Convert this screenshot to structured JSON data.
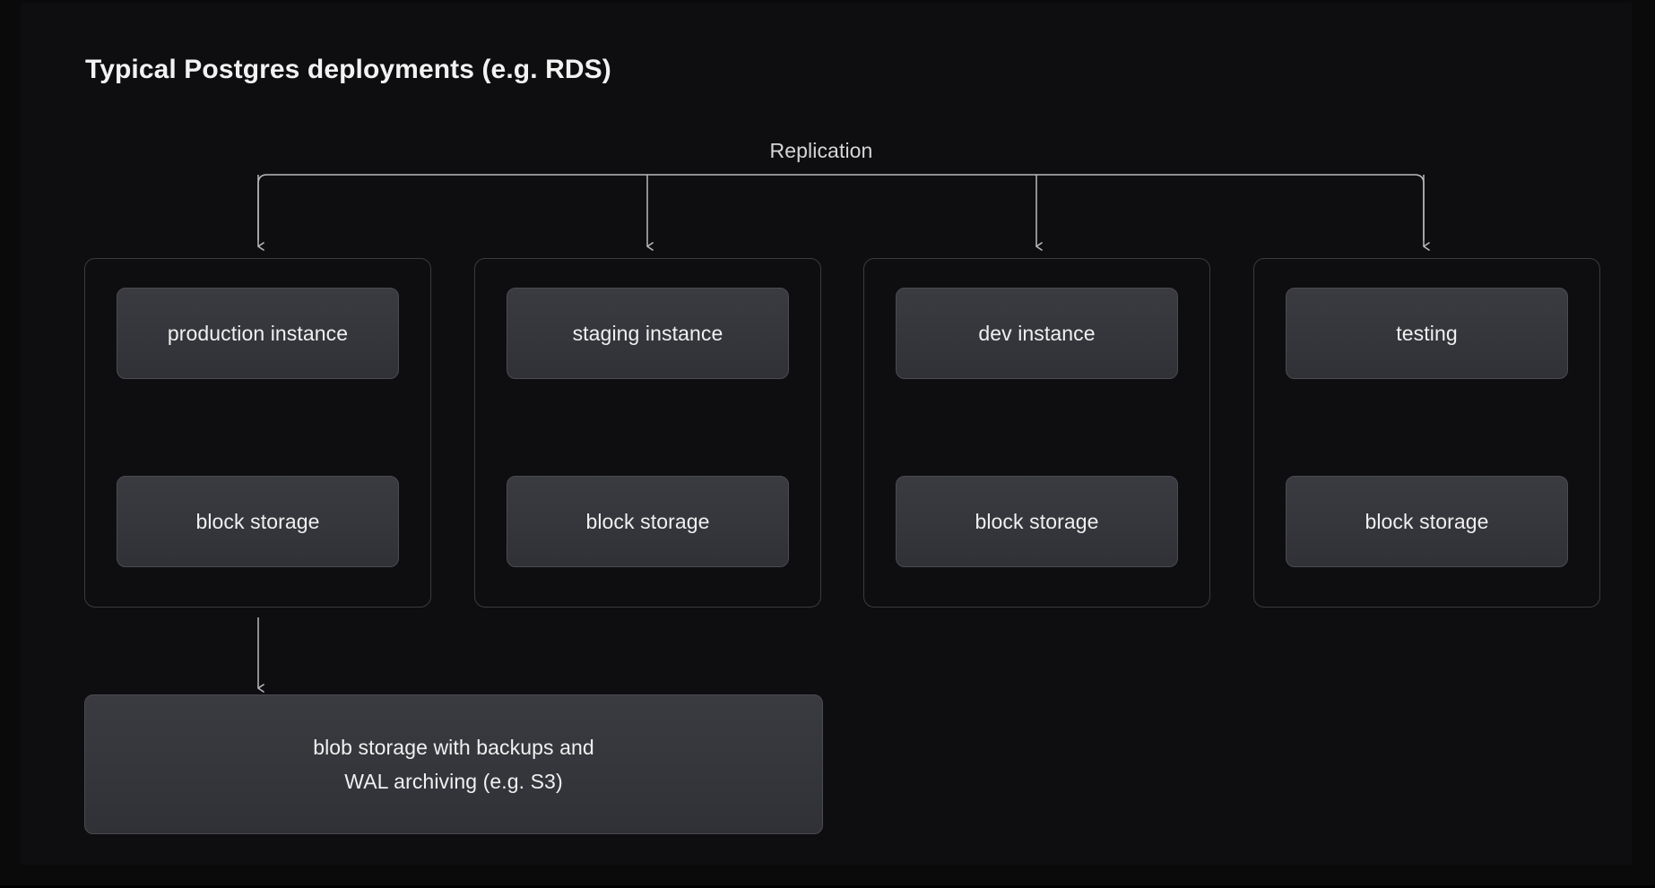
{
  "page": {
    "title": "Typical Postgres deployments (e.g. RDS)",
    "background_color": "#0e0e10",
    "outer_background_color": "#0a0a0b"
  },
  "diagram": {
    "replication_label": "Replication",
    "columns": [
      {
        "instance_label": "production instance",
        "storage_label": "block storage",
        "link_icon": "double-arrow-vertical-icon",
        "has_blob_link": true
      },
      {
        "instance_label": "staging instance",
        "storage_label": "block storage",
        "link_icon": "double-arrow-vertical-icon",
        "has_blob_link": false
      },
      {
        "instance_label": "dev instance",
        "storage_label": "block storage",
        "link_icon": "double-arrow-vertical-icon",
        "has_blob_link": false
      },
      {
        "instance_label": "testing",
        "storage_label": "block storage",
        "link_icon": "double-arrow-vertical-icon",
        "has_blob_link": false
      }
    ],
    "blob_storage": {
      "line1": "blob storage with backups and",
      "line2": "WAL archiving (e.g. S3)"
    },
    "colors": {
      "panel_border": "#3a3b40",
      "node_fill_top": "#3a3b40",
      "node_fill_bottom": "#303136",
      "node_border": "#4a4b51",
      "connector": "#b9babd",
      "text": "#f0f0f1",
      "title_text": "#f2f2f3"
    }
  }
}
